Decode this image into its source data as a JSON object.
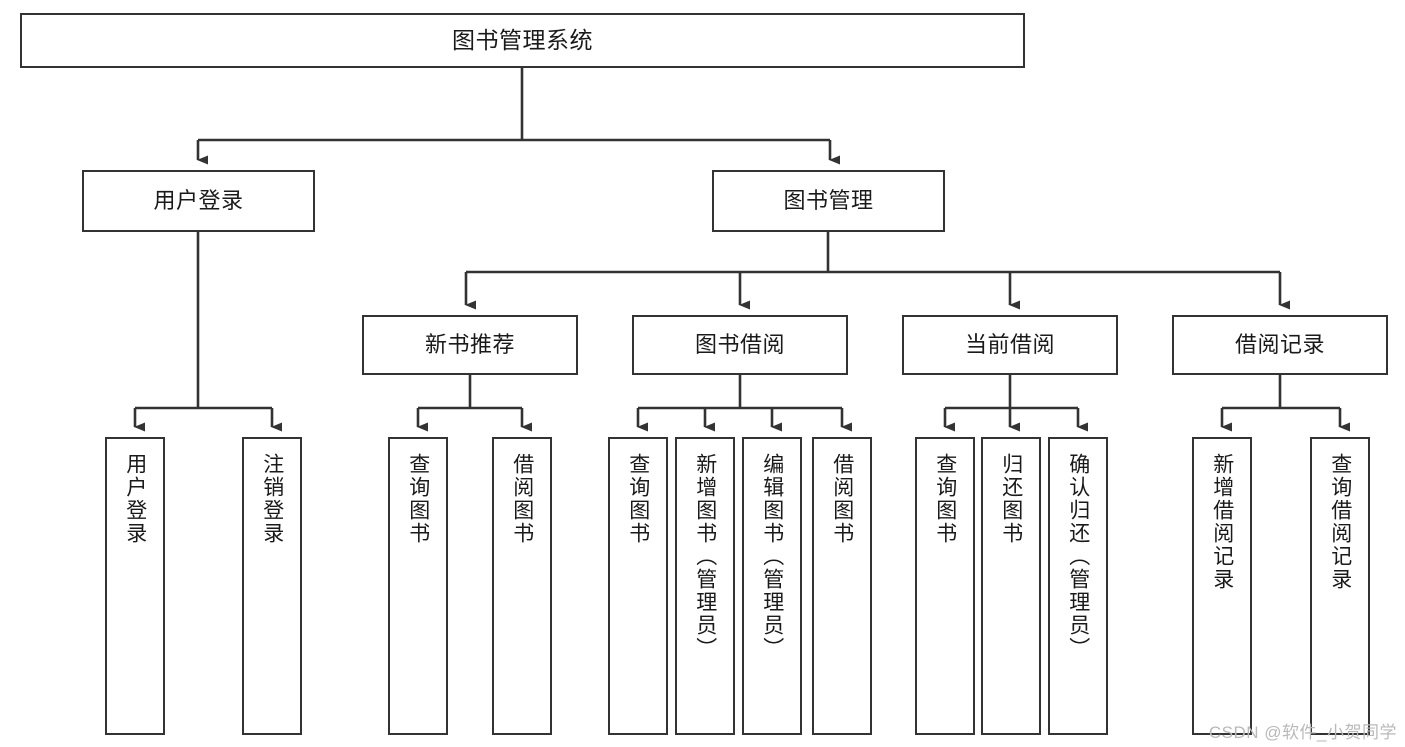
{
  "diagram": {
    "title": "图书管理系统",
    "type": "hierarchy-tree",
    "watermark": "CSDN @软件_小贺同学",
    "colors": {
      "box_border": "#333333",
      "box_fill": "#ffffff",
      "connector": "#333333",
      "text": "#1a1a1a",
      "watermark": "#b9b9b9"
    },
    "levels": {
      "root": {
        "label": "图书管理系统"
      },
      "level2": [
        {
          "label": "用户登录"
        },
        {
          "label": "图书管理"
        }
      ],
      "level3": [
        {
          "label": "新书推荐"
        },
        {
          "label": "图书借阅"
        },
        {
          "label": "当前借阅"
        },
        {
          "label": "借阅记录"
        }
      ],
      "leaves": {
        "user_login": [
          {
            "label": "用户登录"
          },
          {
            "label": "注销登录"
          }
        ],
        "new_book_recommend": [
          {
            "label": "查询图书"
          },
          {
            "label": "借阅图书"
          }
        ],
        "book_borrow": [
          {
            "label": "查询图书"
          },
          {
            "label": "新增图书（管理员）"
          },
          {
            "label": "编辑图书（管理员）"
          },
          {
            "label": "借阅图书"
          }
        ],
        "current_borrow": [
          {
            "label": "查询图书"
          },
          {
            "label": "归还图书"
          },
          {
            "label": "确认归还（管理员）"
          }
        ],
        "borrow_record": [
          {
            "label": "新增借阅记录"
          },
          {
            "label": "查询借阅记录"
          }
        ]
      }
    }
  }
}
